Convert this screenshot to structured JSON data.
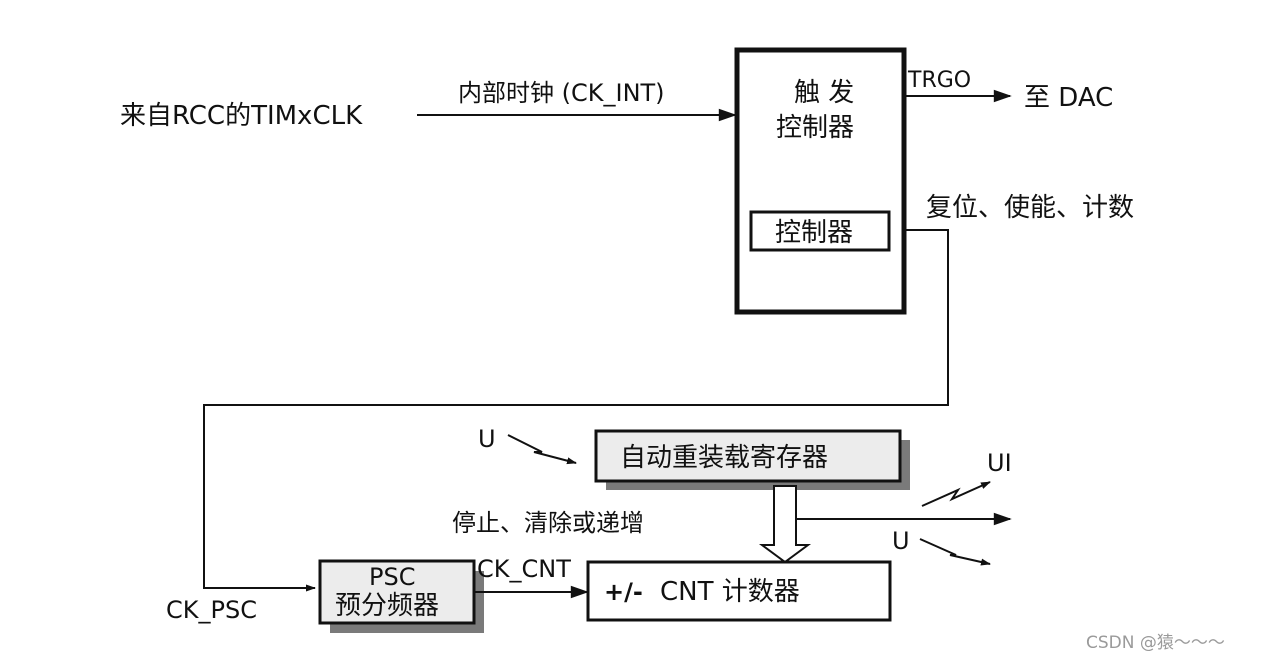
{
  "labels": {
    "source": "来自RCC的TIMxCLK",
    "ck_int": "内部时钟 (CK_INT)",
    "trigger_controller_line1": "触 发",
    "trigger_controller_line2": "控制器",
    "inner_controller": "控制器",
    "trgo": "TRGO",
    "to_dac": "至 DAC",
    "reset_enable_count": "复位、使能、计数",
    "u_top": "U",
    "auto_reload_register": "自动重装载寄存器",
    "ui": "UI",
    "u_right": "U",
    "stop_clear_updown": "停止、清除或递增",
    "psc_line1": "PSC",
    "psc_line2": "预分频器",
    "ck_cnt": "CK_CNT",
    "cnt_sign": "+/-",
    "cnt_counter": "CNT 计数器",
    "ck_psc": "CK_PSC",
    "watermark": "CSDN @猿～～～"
  }
}
